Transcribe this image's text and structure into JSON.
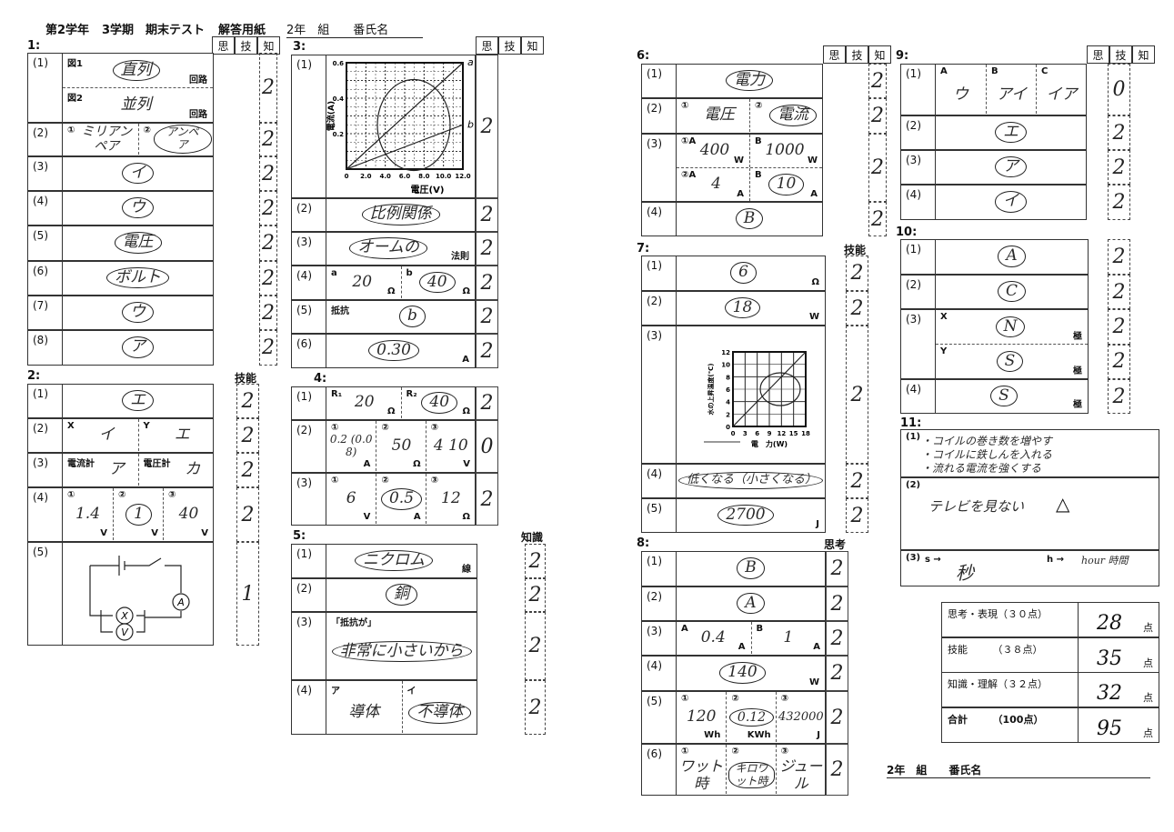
{
  "header": {
    "title_parts": [
      "第2学年",
      "3学期",
      "期末テスト",
      "解答用紙"
    ],
    "name_line": "2年　組　　番氏名"
  },
  "sections": {
    "s1": {
      "label": "1:",
      "score_header": [
        "思",
        "技",
        "知"
      ],
      "questions": [
        {
          "num": "(1)",
          "lines": [
            [
              {
                "p": "図1",
                "a": "直列",
                "u": "回路",
                "c": true
              }
            ],
            [
              {
                "p": "図2",
                "a": "並列",
                "u": "回路"
              }
            ]
          ],
          "score": "2"
        },
        {
          "num": "(2)",
          "lines": [
            [
              {
                "p": "①",
                "a": "ミリアンペア"
              },
              {
                "p": "②",
                "a": "アンペア",
                "c": true
              }
            ]
          ],
          "score": "2"
        },
        {
          "num": "(3)",
          "lines": [
            [
              {
                "a": "イ",
                "c": true
              }
            ]
          ],
          "score": "2"
        },
        {
          "num": "(4)",
          "lines": [
            [
              {
                "a": "ウ",
                "c": true
              }
            ]
          ],
          "score": "2"
        },
        {
          "num": "(5)",
          "lines": [
            [
              {
                "a": "電圧",
                "c": true
              }
            ]
          ],
          "score": "2"
        },
        {
          "num": "(6)",
          "lines": [
            [
              {
                "a": "ボルト",
                "c": true
              }
            ]
          ],
          "score": "2"
        },
        {
          "num": "(7)",
          "lines": [
            [
              {
                "a": "ウ",
                "c": true
              }
            ]
          ],
          "score": "2"
        },
        {
          "num": "(8)",
          "lines": [
            [
              {
                "a": "ア",
                "c": true
              }
            ]
          ],
          "score": "2"
        }
      ]
    },
    "s2": {
      "label": "2:",
      "score_header": "技能",
      "questions": [
        {
          "num": "(1)",
          "lines": [
            [
              {
                "a": "エ",
                "c": true
              }
            ]
          ],
          "score": "2"
        },
        {
          "num": "(2)",
          "lines": [
            [
              {
                "p": "X",
                "a": "イ"
              },
              {
                "p": "Y",
                "a": "エ"
              }
            ]
          ],
          "score": "2"
        },
        {
          "num": "(3)",
          "lines": [
            [
              {
                "p": "電流計",
                "a": "ア"
              },
              {
                "p": "電圧計",
                "a": "カ"
              }
            ]
          ],
          "score": "2"
        },
        {
          "num": "(4)",
          "lines": [
            [
              {
                "p": "①",
                "a": "1.4",
                "u": "V"
              },
              {
                "p": "②",
                "a": "1",
                "u": "V",
                "c": true
              },
              {
                "p": "③",
                "a": "40",
                "u": "V"
              }
            ]
          ],
          "score": "2"
        },
        {
          "num": "(5)",
          "circuit": {
            "ammeter": "A",
            "voltmeter": "V",
            "lamp": "X"
          },
          "score": "1"
        }
      ]
    },
    "s3": {
      "label": "3:",
      "score_header": [
        "思",
        "技",
        "知"
      ],
      "questions": [
        {
          "num": "(1)",
          "graph": {
            "xlabel": "電圧(V)",
            "ylabel": "電流(A)",
            "xticks": [
              "0",
              "2.0",
              "4.0",
              "6.0",
              "8.0",
              "10.0",
              "12.0"
            ],
            "xvals": [
              0,
              2,
              4,
              6,
              8,
              10,
              12
            ],
            "yticks": [
              "0.2",
              "0.4",
              "0.6"
            ],
            "yvals": [
              0.2,
              0.4,
              0.6
            ],
            "xmax": 12,
            "ymax": 0.6,
            "series": [
              {
                "name": "a",
                "x": [
                  0,
                  12
                ],
                "y": [
                  0,
                  0.6
                ]
              },
              {
                "name": "b",
                "x": [
                  0,
                  12
                ],
                "y": [
                  0,
                  0.25
                ]
              }
            ]
          },
          "score": "2"
        },
        {
          "num": "(2)",
          "lines": [
            [
              {
                "a": "比例関係",
                "c": true
              }
            ]
          ],
          "score": "2"
        },
        {
          "num": "(3)",
          "lines": [
            [
              {
                "a": "オームの",
                "u": "法則",
                "c": true
              }
            ]
          ],
          "score": "2"
        },
        {
          "num": "(4)",
          "lines": [
            [
              {
                "p": "a",
                "a": "20",
                "u": "Ω"
              },
              {
                "p": "b",
                "a": "40",
                "u": "Ω",
                "c": true
              }
            ]
          ],
          "score": "2"
        },
        {
          "num": "(5)",
          "lines": [
            [
              {
                "p": "抵抗",
                "a": "b",
                "c": true
              }
            ]
          ],
          "score": "2"
        },
        {
          "num": "(6)",
          "lines": [
            [
              {
                "a": "0.30",
                "u": "A",
                "c": true
              }
            ]
          ],
          "score": "2"
        }
      ]
    },
    "s4": {
      "label": "4:",
      "questions": [
        {
          "num": "(1)",
          "lines": [
            [
              {
                "p": "R₁",
                "a": "20",
                "u": "Ω"
              },
              {
                "p": "R₂",
                "a": "40",
                "u": "Ω",
                "c": true
              }
            ]
          ],
          "score": "2"
        },
        {
          "num": "(2)",
          "lines": [
            [
              {
                "p": "①",
                "a": "0.2 (0.08)",
                "u": "A"
              },
              {
                "p": "②",
                "a": "50",
                "u": "Ω"
              },
              {
                "p": "③",
                "a": "4 10",
                "u": "V"
              }
            ]
          ],
          "score": "0"
        },
        {
          "num": "(3)",
          "lines": [
            [
              {
                "p": "①",
                "a": "6",
                "u": "V"
              },
              {
                "p": "②",
                "a": "0.5",
                "u": "A",
                "c": true
              },
              {
                "p": "③",
                "a": "12",
                "u": "Ω"
              }
            ]
          ],
          "score": "2"
        }
      ]
    },
    "s5": {
      "label": "5:",
      "score_header": "知識",
      "questions": [
        {
          "num": "(1)",
          "lines": [
            [
              {
                "a": "ニクロム",
                "u": "線",
                "c": true
              }
            ]
          ],
          "score": "2"
        },
        {
          "num": "(2)",
          "lines": [
            [
              {
                "a": "銅",
                "c": true
              }
            ]
          ],
          "score": "2"
        },
        {
          "num": "(3)",
          "lines": [
            [
              {
                "p": "「抵抗が」",
                "a": "非常に小さいから",
                "c": true
              }
            ]
          ],
          "score": "2"
        },
        {
          "num": "(4)",
          "lines": [
            [
              {
                "p": "ア",
                "a": "導体"
              },
              {
                "p": "イ",
                "a": "不導体",
                "c": true
              }
            ]
          ],
          "score": "2"
        }
      ]
    },
    "s6": {
      "label": "6:",
      "score_header": [
        "思",
        "技",
        "知"
      ],
      "questions": [
        {
          "num": "(1)",
          "lines": [
            [
              {
                "a": "電力",
                "c": true
              }
            ]
          ],
          "score": "2"
        },
        {
          "num": "(2)",
          "lines": [
            [
              {
                "p": "①",
                "a": "電圧"
              },
              {
                "p": "②",
                "a": "電流",
                "c": true
              }
            ]
          ],
          "score": "2"
        },
        {
          "num": "(3)",
          "lines": [
            [
              {
                "p": "①A",
                "a": "400",
                "u": "W"
              },
              {
                "p": "B",
                "a": "1000",
                "u": "W"
              }
            ],
            [
              {
                "p": "②A",
                "a": "4",
                "u": "A"
              },
              {
                "p": "B",
                "a": "10",
                "u": "A",
                "c": true
              }
            ]
          ],
          "score": "2"
        },
        {
          "num": "(4)",
          "lines": [
            [
              {
                "a": "B",
                "c": true
              }
            ]
          ],
          "score": "2"
        }
      ]
    },
    "s7": {
      "label": "7:",
      "score_header": "技能",
      "questions": [
        {
          "num": "(1)",
          "lines": [
            [
              {
                "a": "6",
                "u": "Ω",
                "c": true
              }
            ]
          ],
          "score": "2"
        },
        {
          "num": "(2)",
          "lines": [
            [
              {
                "a": "18",
                "u": "W",
                "c": true
              }
            ]
          ],
          "score": "2"
        },
        {
          "num": "(3)",
          "graph": {
            "xlabel": "電　力(W)",
            "ylabel": "水の上昇温度(℃)",
            "xticks": [
              "0",
              "3",
              "6",
              "9",
              "12",
              "15",
              "18"
            ],
            "xvals": [
              0,
              3,
              6,
              9,
              12,
              15,
              18
            ],
            "yticks": [
              "0",
              "2",
              "4",
              "6",
              "8",
              "10",
              "12"
            ],
            "yvals": [
              0,
              2,
              4,
              6,
              8,
              10,
              12
            ],
            "xmax": 18,
            "ymax": 12,
            "series": [
              {
                "name": "",
                "x": [
                  0,
                  18
                ],
                "y": [
                  0,
                  12
                ]
              }
            ]
          },
          "score": "2"
        },
        {
          "num": "(4)",
          "lines": [
            [
              {
                "a": "低くなる（小さくなる）",
                "c": true
              }
            ]
          ],
          "score": "2"
        },
        {
          "num": "(5)",
          "lines": [
            [
              {
                "a": "2700",
                "u": "J",
                "c": true
              }
            ]
          ],
          "score": "2"
        }
      ]
    },
    "s8": {
      "label": "8:",
      "score_header": "思考",
      "questions": [
        {
          "num": "(1)",
          "lines": [
            [
              {
                "a": "B",
                "c": true
              }
            ]
          ],
          "score": "2"
        },
        {
          "num": "(2)",
          "lines": [
            [
              {
                "a": "A",
                "c": true
              }
            ]
          ],
          "score": "2"
        },
        {
          "num": "(3)",
          "lines": [
            [
              {
                "p": "A",
                "a": "0.4",
                "u": "A"
              },
              {
                "p": "B",
                "a": "1",
                "u": "A"
              }
            ]
          ],
          "score": "2"
        },
        {
          "num": "(4)",
          "lines": [
            [
              {
                "a": "140",
                "u": "W",
                "c": true
              }
            ]
          ],
          "score": "2"
        },
        {
          "num": "(5)",
          "lines": [
            [
              {
                "p": "①",
                "a": "120",
                "u": "Wh"
              },
              {
                "p": "②",
                "a": "0.12",
                "u": "KWh",
                "c": true
              },
              {
                "p": "③",
                "a": "432000",
                "u": "J"
              }
            ]
          ],
          "score": "2"
        },
        {
          "num": "(6)",
          "lines": [
            [
              {
                "p": "①",
                "a": "ワット時"
              },
              {
                "p": "②",
                "a": "キロワット時",
                "c": true
              },
              {
                "p": "③",
                "a": "ジュール"
              }
            ]
          ],
          "score": "2"
        }
      ]
    },
    "s9": {
      "label": "9:",
      "score_header": [
        "思",
        "技",
        "知"
      ],
      "questions": [
        {
          "num": "(1)",
          "lines": [
            [
              {
                "p": "A",
                "a": "ウ"
              },
              {
                "p": "B",
                "a": "アイ"
              },
              {
                "p": "C",
                "a": "イア"
              }
            ]
          ],
          "score": "0"
        },
        {
          "num": "(2)",
          "lines": [
            [
              {
                "a": "エ",
                "c": true
              }
            ]
          ],
          "score": "2"
        },
        {
          "num": "(3)",
          "lines": [
            [
              {
                "a": "ア",
                "c": true
              }
            ]
          ],
          "score": "2"
        },
        {
          "num": "(4)",
          "lines": [
            [
              {
                "a": "イ",
                "c": true
              }
            ]
          ],
          "score": "2"
        }
      ]
    },
    "s10": {
      "label": "10:",
      "questions": [
        {
          "num": "(1)",
          "lines": [
            [
              {
                "a": "A",
                "c": true
              }
            ]
          ],
          "score": "2"
        },
        {
          "num": "(2)",
          "lines": [
            [
              {
                "a": "C",
                "c": true
              }
            ]
          ],
          "score": "2"
        },
        {
          "num": "(3)",
          "lines": [
            [
              {
                "p": "X",
                "a": "N",
                "u": "極",
                "c": true
              }
            ],
            [
              {
                "p": "Y",
                "a": "S",
                "u": "極",
                "c": true
              }
            ]
          ],
          "score": [
            "2",
            "2"
          ]
        },
        {
          "num": "(4)",
          "lines": [
            [
              {
                "a": "S",
                "u": "極",
                "c": true
              }
            ]
          ],
          "score": "2"
        }
      ]
    }
  },
  "s11": {
    "label": "11:",
    "q1": {
      "num": "(1)",
      "answers": [
        "・コイルの巻き数を増やす",
        "・コイルに鉄しんを入れる",
        "・流れる電流を強くする"
      ]
    },
    "q2": {
      "num": "(2)",
      "answer": "テレビを見ない",
      "mark": "△"
    },
    "q3": {
      "num": "(3)",
      "s_label": "s →",
      "s_answer": "秒",
      "h_label": "h →",
      "h_answer": "hour 時間"
    }
  },
  "totals": [
    {
      "label": "思考・表現（３０点）",
      "value": "28",
      "unit": "点"
    },
    {
      "label": "技能　　　（３８点）",
      "value": "35",
      "unit": "点"
    },
    {
      "label": "知識・理解（３２点）",
      "value": "32",
      "unit": "点"
    },
    {
      "label": "合計　　　（100点）",
      "value": "95",
      "unit": "点"
    }
  ],
  "footer": {
    "name_line": "2年　組　　番氏名"
  }
}
